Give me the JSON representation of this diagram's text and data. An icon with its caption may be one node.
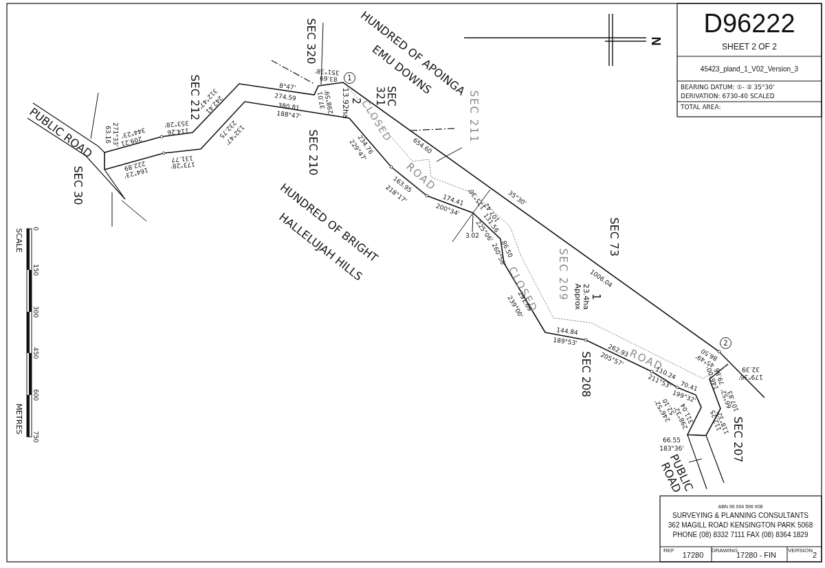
{
  "diagram": {
    "title": "D96222",
    "nodes": [
      {
        "text": [
          "1"
        ]
      },
      {
        "text": [
          "2"
        ]
      }
    ],
    "labels": [
      "SHEET 2 OF 2",
      "45423_pland_1_V02_Version_3",
      "BEARING DATUM: ①- ② 35°30'",
      "DERIVATION: 6730-40 SCALED",
      "TOTAL AREA:",
      "N",
      "HUNDRED OF APOINGA",
      "EMU DOWNS",
      "SEC 211",
      "SEC 320",
      "SEC 321",
      "SEC 212",
      "PUBLIC ROAD",
      "SEC 30",
      "SEC 210",
      "CLOSED",
      "ROAD",
      "HUNDRED OF BRIGHT",
      "HALLELUJAH HILLS",
      "SEC 73",
      "CLOSED",
      "SEC 209",
      "1",
      "23.4ha Approx",
      "2",
      "13.92ha",
      "ROAD",
      "SEC 208",
      "SEC 207",
      "PUBLIC ROAD",
      "63.16",
      "271°33'",
      "209.21",
      "344°23'",
      "353°28'",
      "114.26",
      "312°47'",
      "242.41",
      "8°47'",
      "274.59",
      "83.69",
      "351°38'",
      "37.01",
      "298°59'",
      "380.81",
      "188°47'",
      "222.89",
      "164°23'",
      "131.77",
      "173°28'",
      "232.75",
      "132°47'",
      "234.76",
      "229°47'",
      "163.95",
      "218°17'",
      "174.41",
      "200°34'",
      "654.60",
      "35°30'",
      "125°30'",
      "107.42",
      "131.56",
      "225°06'",
      "3.02",
      "86.50",
      "260°56'",
      "291.69",
      "239°00'",
      "1006.04",
      "144.84",
      "189°53'",
      "262.93",
      "205°57'",
      "110.24",
      "211°53'",
      "70.41",
      "199°32'",
      "52.10",
      "246°52'",
      "311.04",
      "298°32'",
      "66.55",
      "183°36'",
      "112.25",
      "118°32'",
      "107.83",
      "66°52'",
      "79.86",
      "146°00'",
      "86.50",
      "45°49'",
      "32.39",
      "179°36'",
      "SCALE",
      "0",
      "150",
      "300",
      "450",
      "600",
      "750",
      "METRES",
      "ABN 96 004 596 908",
      "SURVEYING & PLANNING CONSULTANTS",
      "362 MAGILL ROAD KENSINGTON PARK 5068",
      "PHONE (08) 8332 7111 FAX (08) 8364 1829",
      "REF",
      "17280",
      "DRAWING",
      "17280 - FIN",
      "VERSION",
      "2"
    ]
  }
}
